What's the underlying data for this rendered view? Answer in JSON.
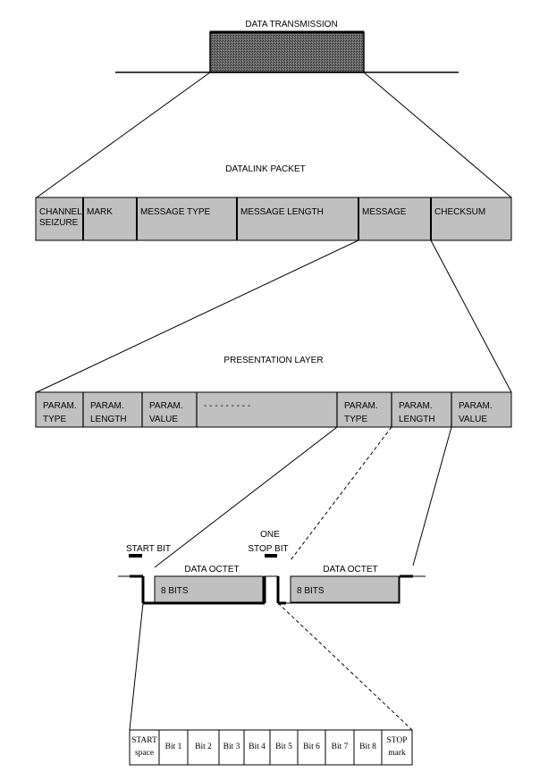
{
  "data_transmission": {
    "title": "DATA TRANSMISSION"
  },
  "datalink": {
    "title": "DATALINK PACKET",
    "fields": [
      [
        "CHANNEL",
        "SEIZURE"
      ],
      [
        "MARK"
      ],
      [
        "MESSAGE TYPE"
      ],
      [
        "MESSAGE LENGTH"
      ],
      [
        "MESSAGE"
      ],
      [
        "CHECKSUM"
      ]
    ]
  },
  "presentation": {
    "title": "PRESENTATION LAYER",
    "fields": [
      [
        "PARAM.",
        "TYPE"
      ],
      [
        "PARAM.",
        "LENGTH"
      ],
      [
        "PARAM.",
        "VALUE"
      ],
      [
        "- - - - - - - - -"
      ],
      [
        "PARAM.",
        "TYPE"
      ],
      [
        "PARAM.",
        "LENGTH"
      ],
      [
        "PARAM.",
        "VALUE"
      ]
    ]
  },
  "signal": {
    "start_bit": "START BIT",
    "stop_bit_line1": "ONE",
    "stop_bit_line2": "STOP BIT",
    "octets": [
      {
        "label": "DATA OCTET",
        "bits": "8 BITS"
      },
      {
        "label": "DATA OCTET",
        "bits": "8 BITS"
      }
    ]
  },
  "bit_frame": {
    "cells": [
      [
        "START",
        "space"
      ],
      [
        "Bit 1"
      ],
      [
        "Bit 2"
      ],
      [
        "Bit 3"
      ],
      [
        "Bit 4"
      ],
      [
        "Bit 5"
      ],
      [
        "Bit 6"
      ],
      [
        "Bit 7"
      ],
      [
        "Bit 8"
      ],
      [
        "STOP",
        "mark"
      ]
    ]
  },
  "colors": {
    "field_fill": "#c0c0c0",
    "stipple": "#555555",
    "line": "#000000"
  }
}
